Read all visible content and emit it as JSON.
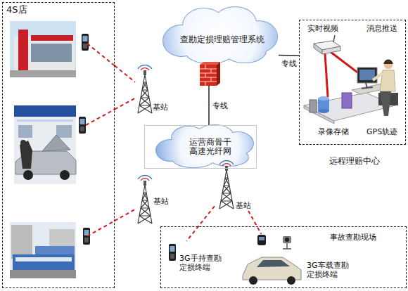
{
  "diagram": {
    "nodes": [
      {
        "text": [
          "4S店"
        ]
      },
      {
        "text": [
          "查勘定损理赔管理系统"
        ]
      },
      {
        "text": [
          "基站"
        ]
      },
      {
        "text": [
          "运营商骨干高速光纤网"
        ]
      },
      {
        "text": [
          "远程理赔中心"
        ]
      },
      {
        "text": [
          "基站"
        ]
      },
      {
        "text": [
          "基站"
        ]
      },
      {
        "text": [
          "事故查勘现场"
        ]
      },
      {
        "text": [
          "3G手持查勘定损终端"
        ],
        "in": 7
      },
      {
        "text": [
          "3G车载查勘定损终端"
        ],
        "in": 7
      }
    ],
    "edges": [
      {
        "from": 1,
        "to": 3,
        "label": "专线",
        "arrow": "none"
      },
      {
        "from": 1,
        "to": 4,
        "label": "专线",
        "arrow": "none"
      },
      {
        "from": 0,
        "to": 2,
        "arrow": "none"
      },
      {
        "from": 0,
        "to": 2,
        "arrow": "none"
      },
      {
        "from": 0,
        "to": 5,
        "arrow": "none"
      },
      {
        "from": 6,
        "to": 8,
        "arrow": "none"
      },
      {
        "from": 6,
        "to": 9,
        "arrow": "none"
      }
    ],
    "labels": [
      "实时视频",
      "消息推送",
      "录像存储",
      "GPS轨迹"
    ]
  }
}
